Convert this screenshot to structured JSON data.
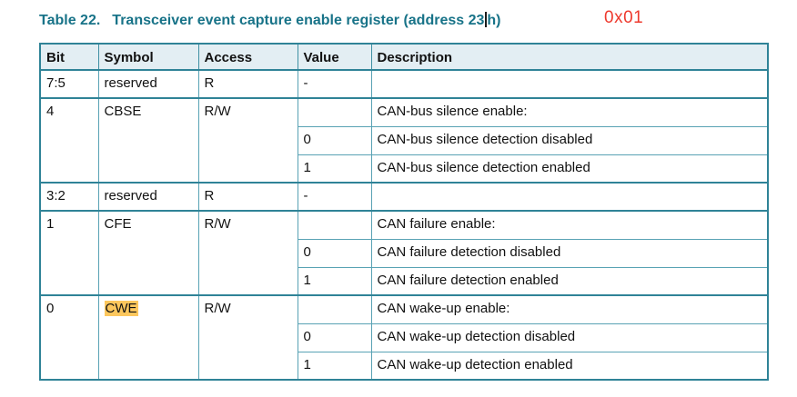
{
  "title": {
    "label": "Table 22.",
    "caption_prefix": "Transceiver event capture enable register (address 23",
    "caption_suffix": "h)"
  },
  "annotation": {
    "text": "0x01"
  },
  "table": {
    "columns": [
      "Bit",
      "Symbol",
      "Access",
      "Value",
      "Description"
    ],
    "rows": [
      {
        "bit": "7:5",
        "symbol": "reserved",
        "access": "R",
        "value": "-",
        "desc": ""
      },
      {
        "bit": "4",
        "symbol": "CBSE",
        "access": "R/W",
        "value": "",
        "desc": "CAN-bus silence enable:"
      },
      {
        "value": "0",
        "desc": "CAN-bus silence detection disabled"
      },
      {
        "value": "1",
        "desc": "CAN-bus silence detection enabled"
      },
      {
        "bit": "3:2",
        "symbol": "reserved",
        "access": "R",
        "value": "-",
        "desc": ""
      },
      {
        "bit": "1",
        "symbol": "CFE",
        "access": "R/W",
        "value": "",
        "desc": "CAN failure enable:"
      },
      {
        "value": "0",
        "desc": "CAN failure detection disabled"
      },
      {
        "value": "1",
        "desc": "CAN failure detection enabled"
      },
      {
        "bit": "0",
        "symbol": "CWE",
        "access": "R/W",
        "value": "",
        "desc": "CAN wake-up enable:",
        "symbol_highlighted": true
      },
      {
        "value": "0",
        "desc": "CAN wake-up detection disabled"
      },
      {
        "value": "1",
        "desc": "CAN wake-up detection enabled"
      }
    ]
  },
  "colors": {
    "title_teal": "#187388",
    "table_border_dark": "#2f8397",
    "table_border_light": "#58a2b4",
    "header_background": "#e3eef3",
    "highlight_yellow": "#fcc75d",
    "annotation_red": "#ee3a2e"
  }
}
